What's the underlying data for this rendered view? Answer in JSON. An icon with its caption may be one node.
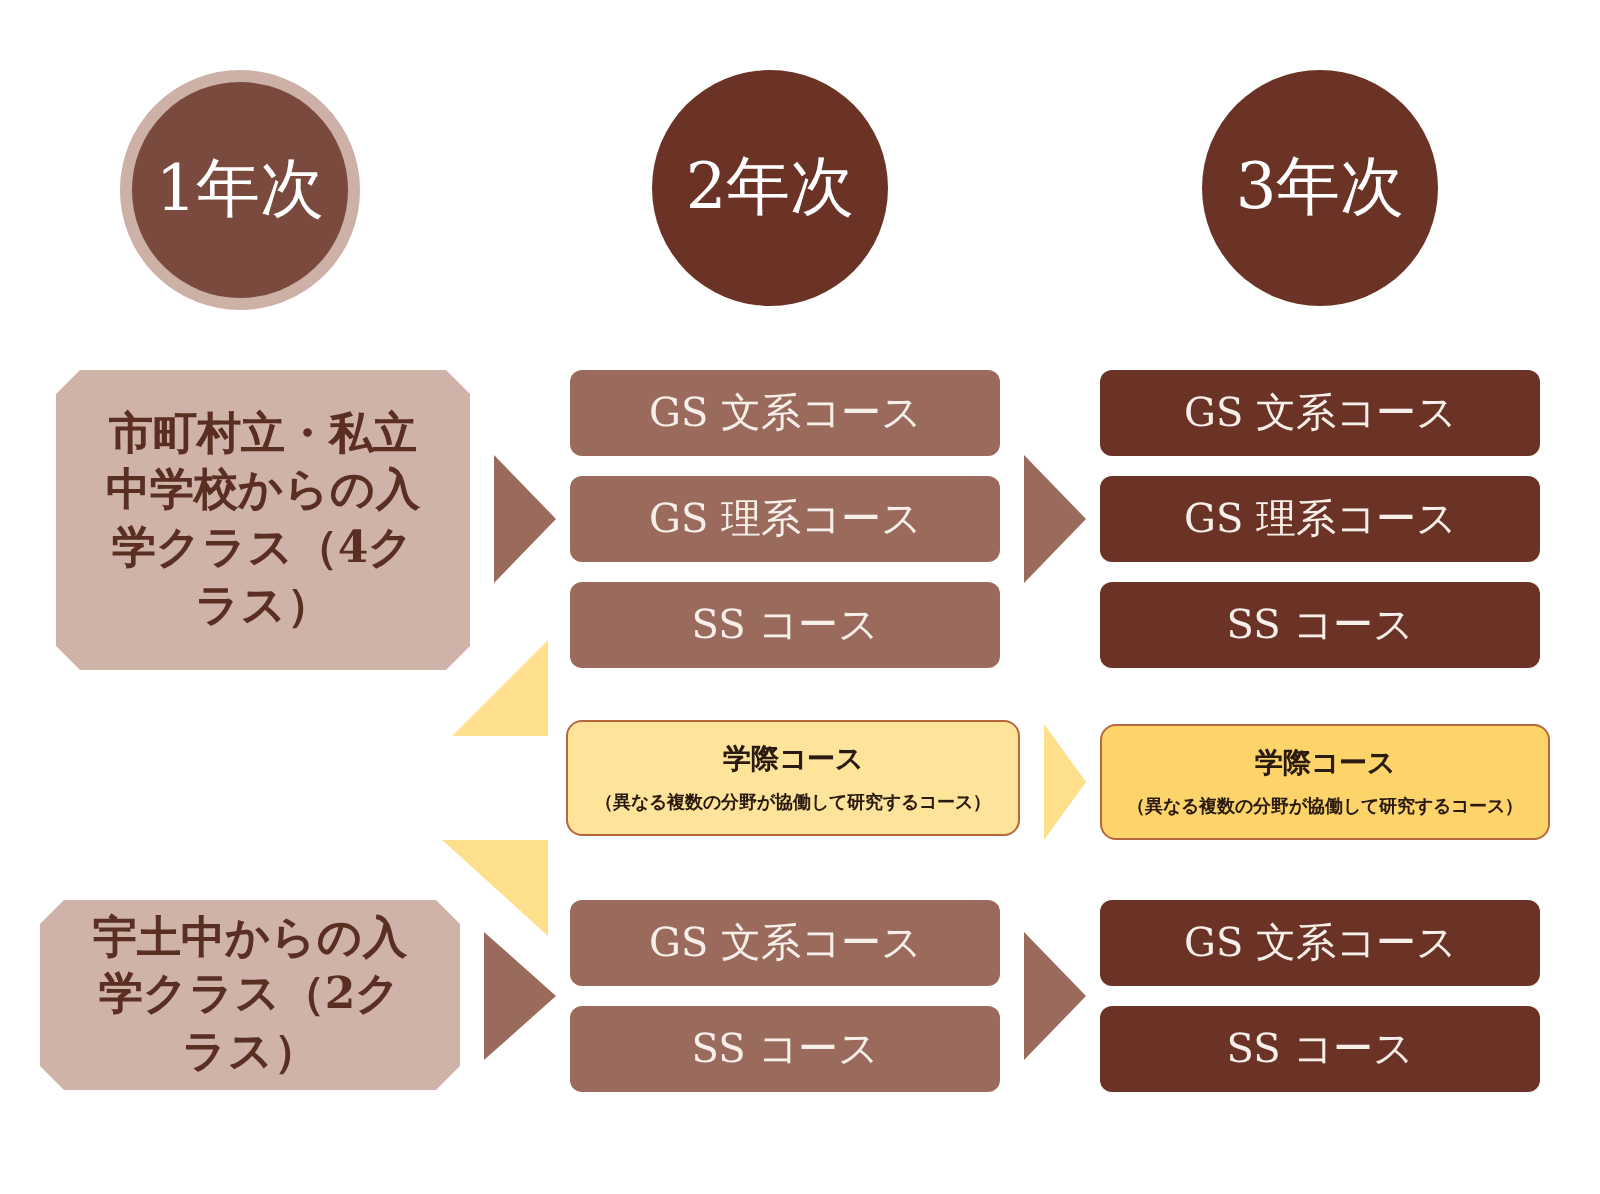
{
  "diagram": {
    "nodes": [
      {
        "text": [
          "1年次"
        ]
      },
      {
        "text": [
          "2年次"
        ]
      },
      {
        "text": [
          "3年次"
        ]
      },
      {
        "text": [
          "市町村立・私立中学校からの入学クラス（4クラス）"
        ]
      },
      {
        "text": [
          "GS 文系コース"
        ]
      },
      {
        "text": [
          "GS 理系コース"
        ]
      },
      {
        "text": [
          "SS コース"
        ]
      },
      {
        "text": [
          "GS 文系コース"
        ]
      },
      {
        "text": [
          "GS 理系コース"
        ]
      },
      {
        "text": [
          "SS コース"
        ]
      },
      {
        "text": [
          "学際コース",
          "（異なる複数の分野が協働して研究するコース）"
        ]
      },
      {
        "text": [
          "学際コース",
          "（異なる複数の分野が協働して研究するコース）"
        ]
      },
      {
        "text": [
          "宇土中からの入学クラス（2クラス）"
        ]
      },
      {
        "text": [
          "GS 文系コース"
        ]
      },
      {
        "text": [
          "SS コース"
        ]
      },
      {
        "text": [
          "GS 文系コース"
        ]
      },
      {
        "text": [
          "SS コース"
        ]
      }
    ],
    "edges": [
      {
        "from": 3,
        "to": 4,
        "arrow": "to"
      },
      {
        "from": 3,
        "to": 5,
        "arrow": "to"
      },
      {
        "from": 3,
        "to": 6,
        "arrow": "to"
      },
      {
        "from": 4,
        "to": 7,
        "arrow": "to"
      },
      {
        "from": 5,
        "to": 8,
        "arrow": "to"
      },
      {
        "from": 6,
        "to": 9,
        "arrow": "to"
      },
      {
        "from": 10,
        "to": 3,
        "arrow": "to",
        "color": "#fddf8c"
      },
      {
        "from": 10,
        "to": 12,
        "arrow": "to",
        "color": "#fddf8c"
      },
      {
        "from": 10,
        "to": 11,
        "arrow": "to",
        "color": "#fddf8c"
      },
      {
        "from": 12,
        "to": 13,
        "arrow": "to"
      },
      {
        "from": 12,
        "to": 14,
        "arrow": "to"
      },
      {
        "from": 13,
        "to": 15,
        "arrow": "to"
      },
      {
        "from": 14,
        "to": 16,
        "arrow": "to"
      }
    ]
  }
}
